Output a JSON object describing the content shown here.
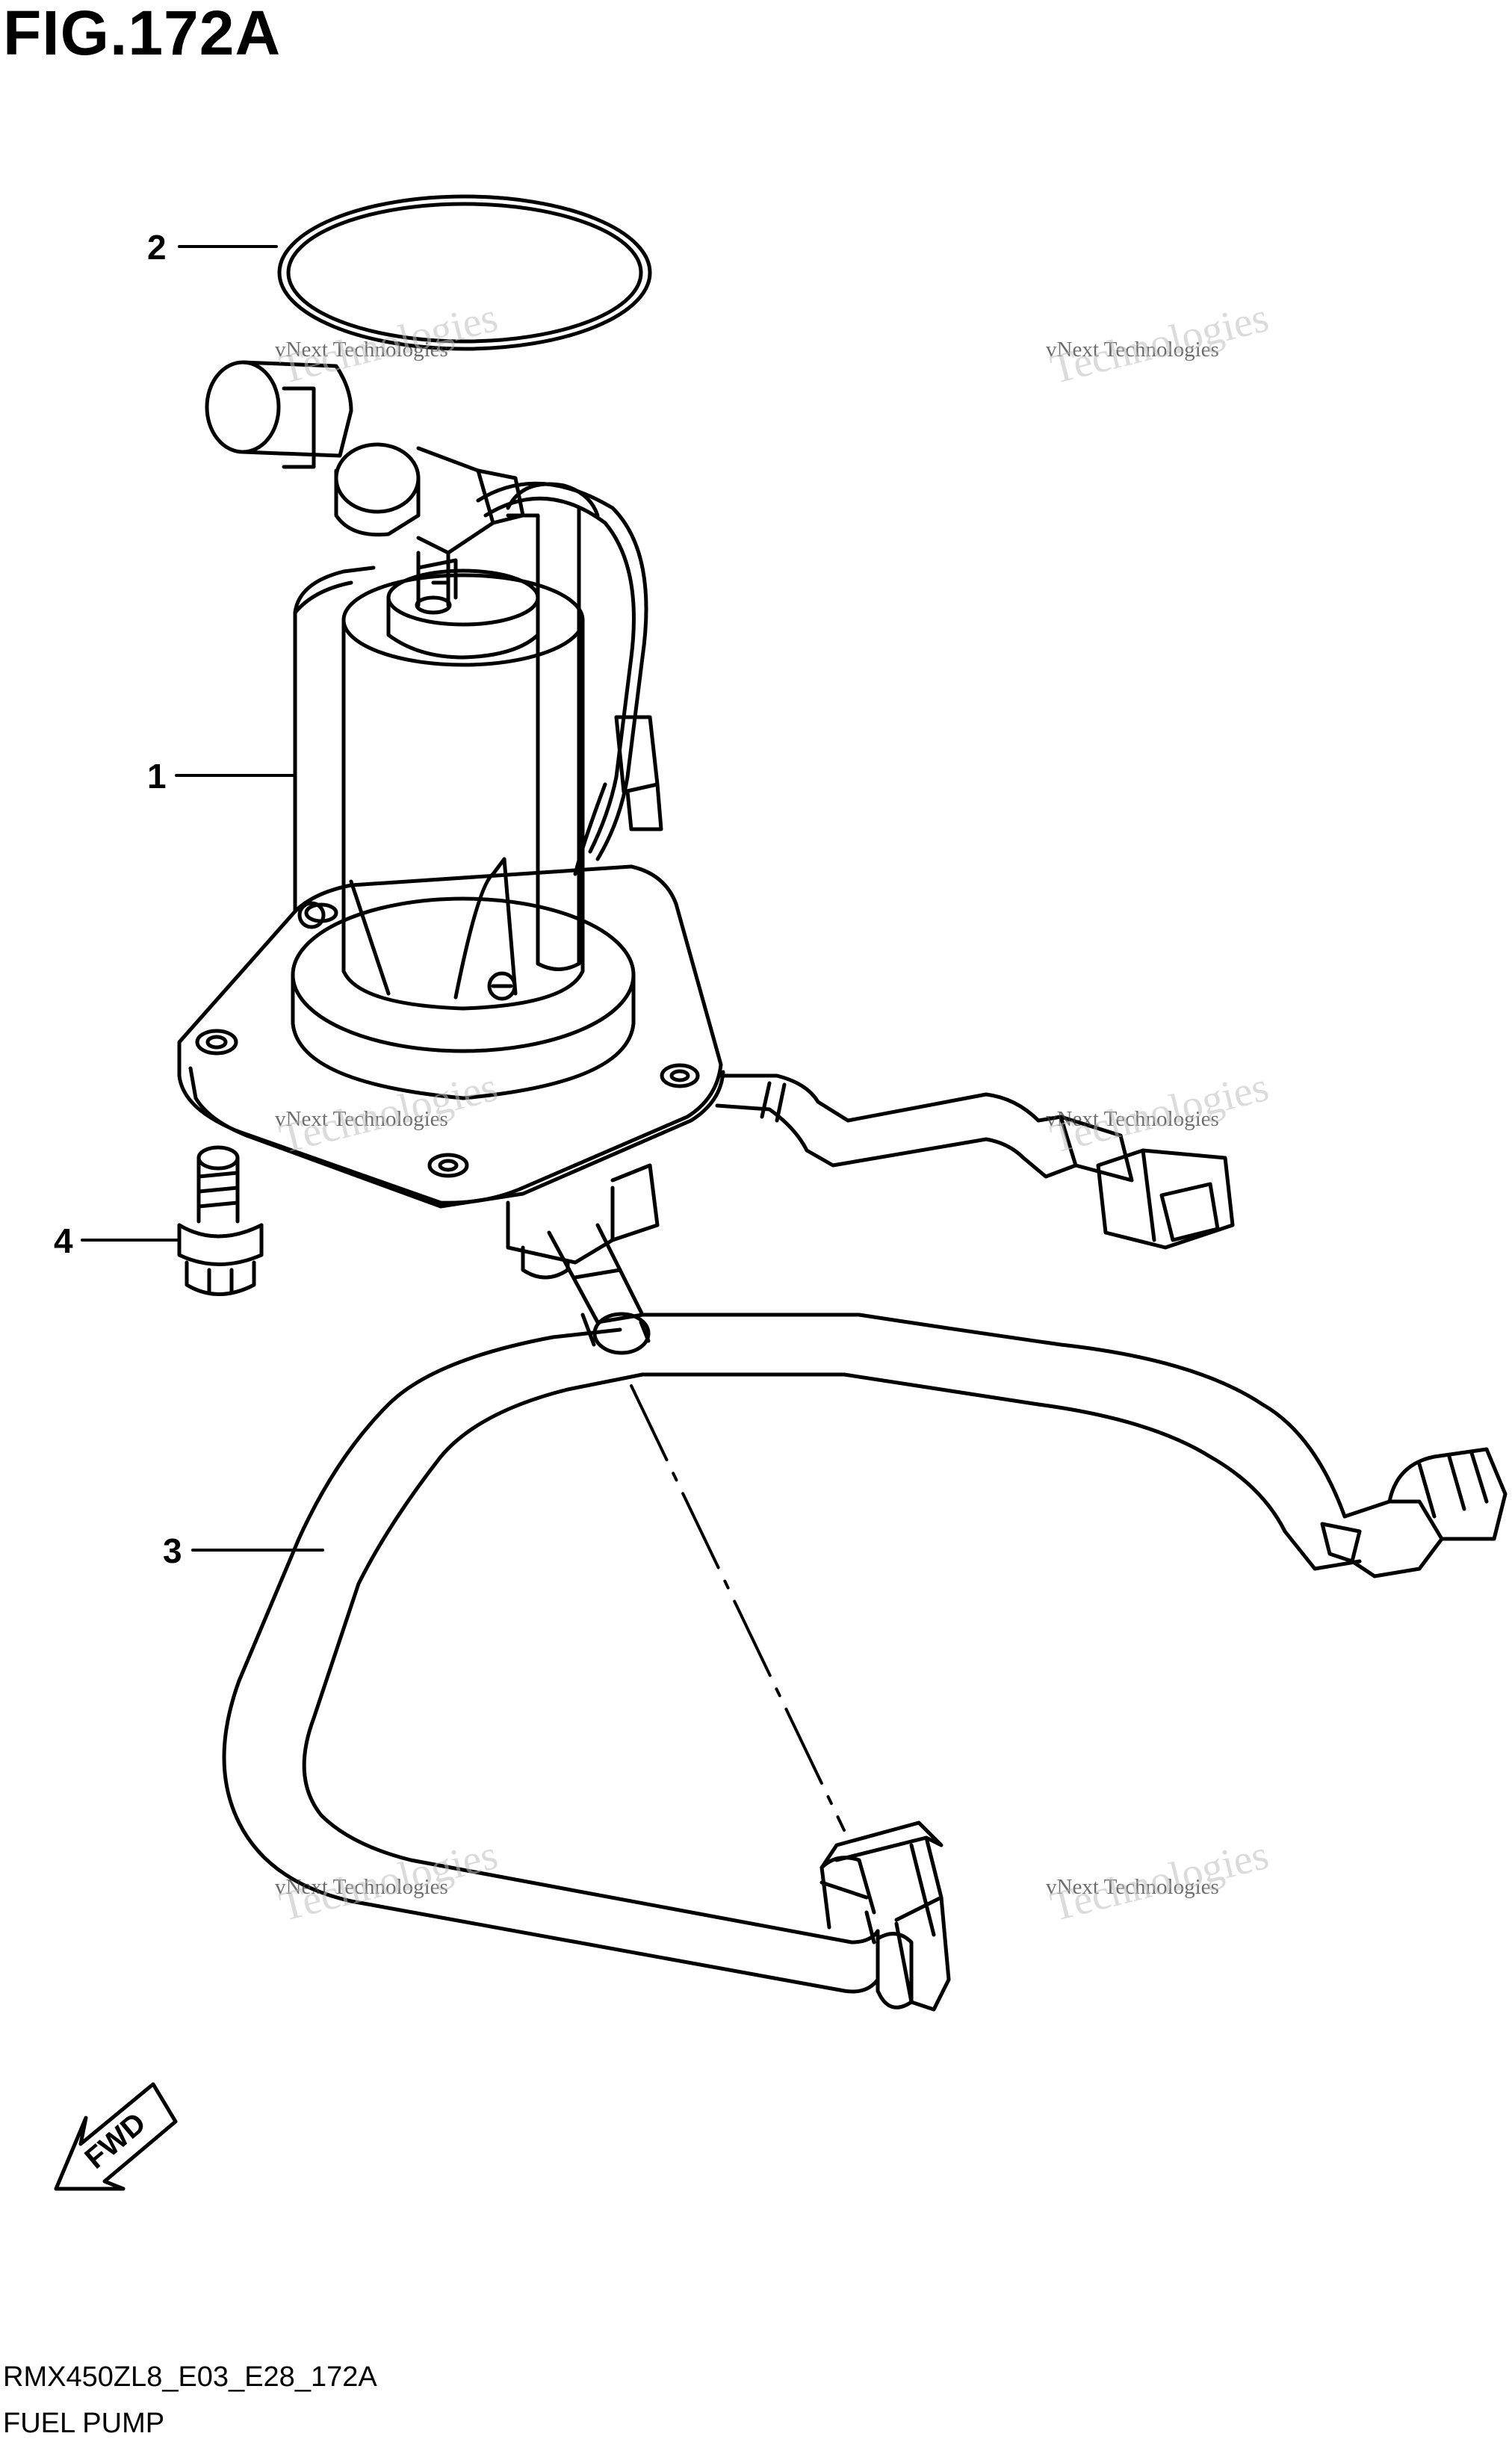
{
  "figure": {
    "title": "FIG.172A",
    "code": "RMX450ZL8_E03_E28_172A",
    "name": "FUEL PUMP"
  },
  "callouts": [
    "1",
    "2",
    "3",
    "4"
  ],
  "forward_arrow": {
    "label": "FWD",
    "icon": "forward-direction-arrow-icon"
  },
  "watermark": {
    "line1": "vNext Technologies",
    "line2": "Technologies"
  },
  "colors": {
    "ink": "#000000",
    "background": "#ffffff",
    "watermark": "#bdbdbd"
  }
}
